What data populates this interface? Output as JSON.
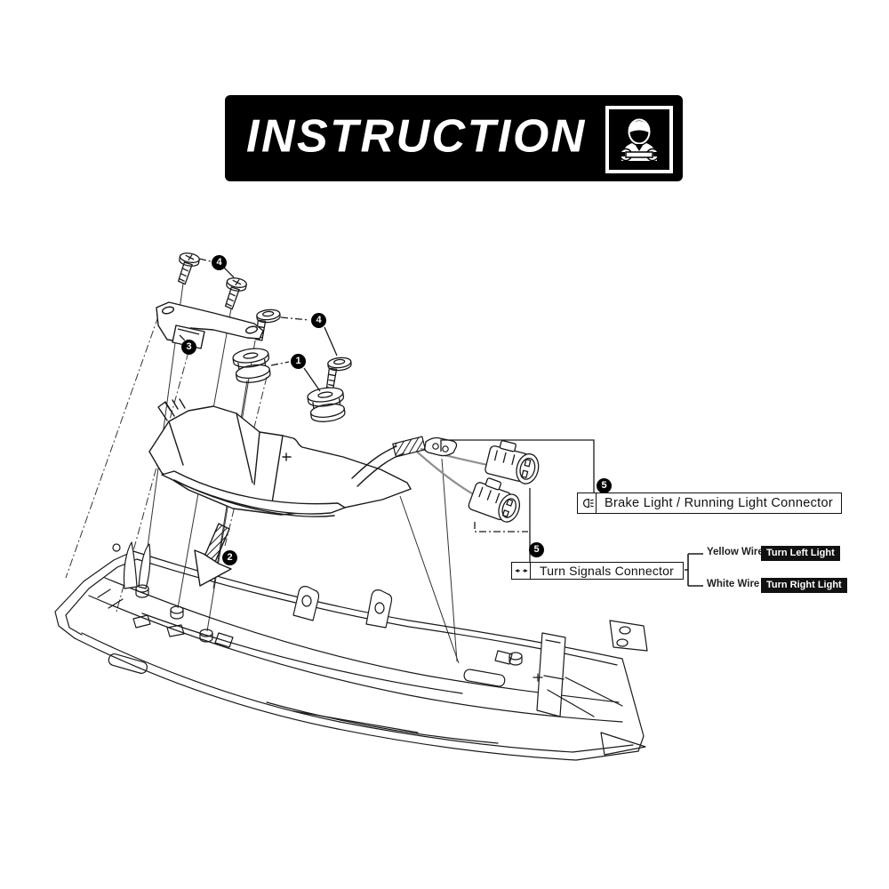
{
  "banner": {
    "title": "INSTRUCTION"
  },
  "callouts": {
    "part1": "1",
    "part2": "2",
    "part3": "3",
    "part4_top": "4",
    "part4_right": "4"
  },
  "connector_labels": {
    "brake": {
      "badge": "5",
      "text": "Brake Light / Running Light Connector"
    },
    "turn": {
      "badge": "5",
      "text": "Turn Signals Connector",
      "branches": [
        {
          "wire": "Yellow Wire",
          "light": "Turn Left Light"
        },
        {
          "wire": "White Wire",
          "light": "Turn Right Light"
        }
      ]
    }
  },
  "icons": {
    "banner": "mechanic-icon",
    "brake": "headlight-icon",
    "turn": "left-right-arrows-icon"
  },
  "colors": {
    "line": "#1a1a1a",
    "banner_bg": "#000000",
    "badge_bg": "#000000",
    "badge_text": "#ffffff",
    "wire_gray": "#909090"
  }
}
